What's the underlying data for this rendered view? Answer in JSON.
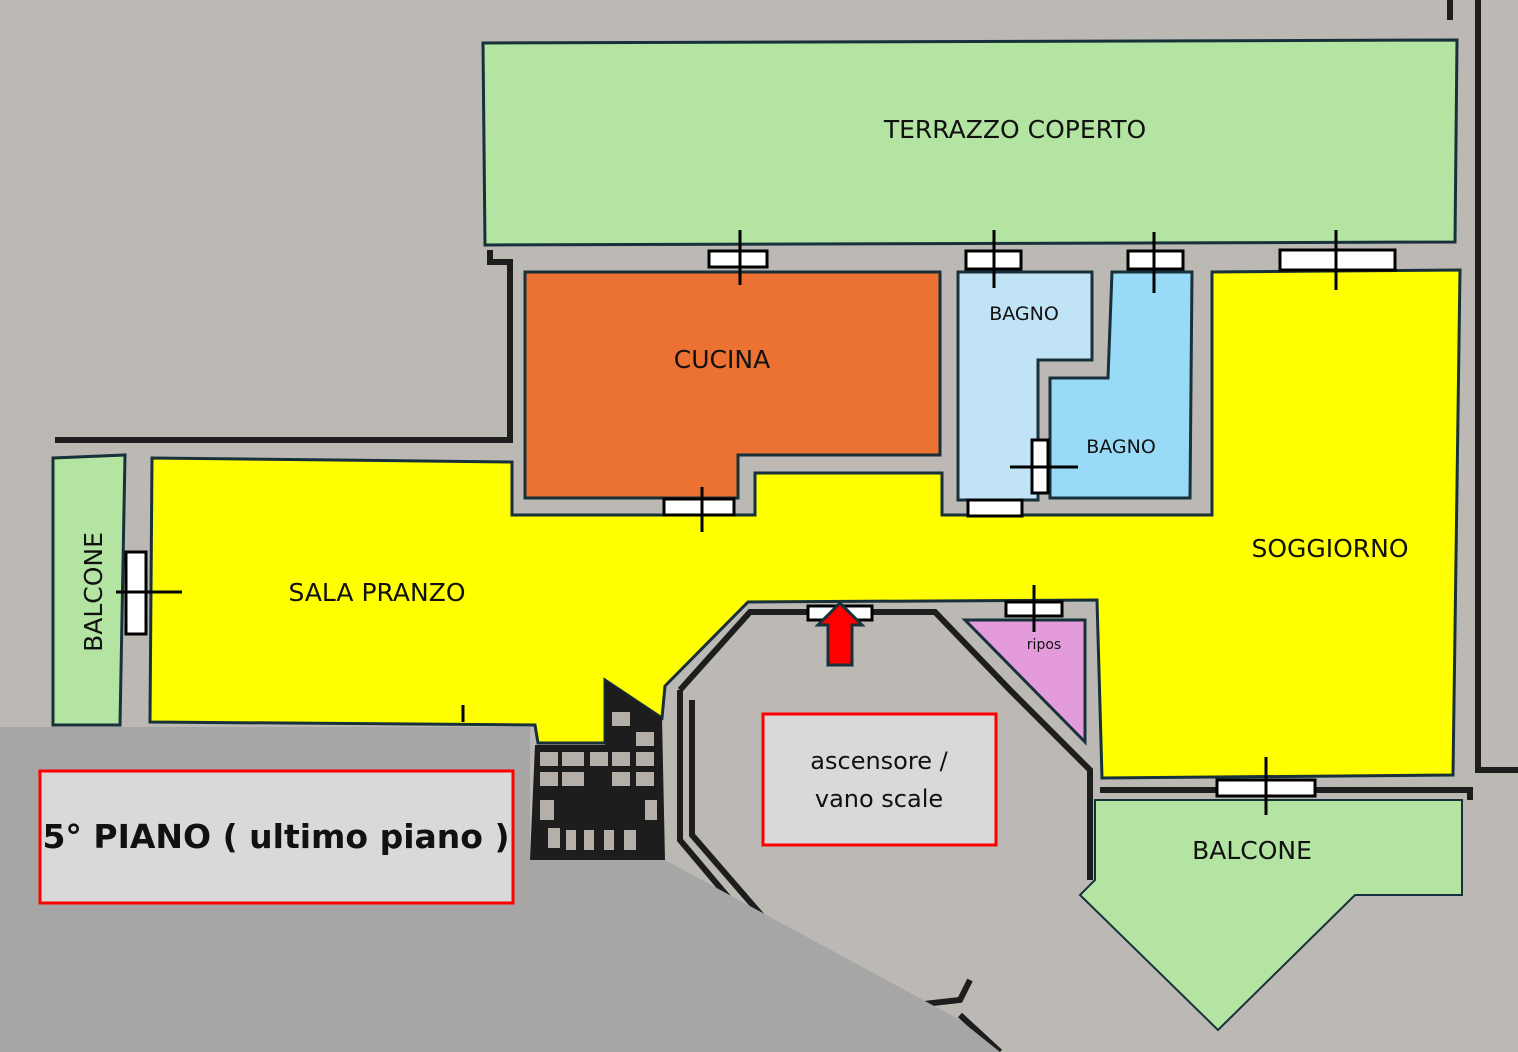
{
  "title": "5° PIANO ( ultimo piano )",
  "rooms": {
    "terrazzo": "TERRAZZO COPERTO",
    "cucina": "CUCINA",
    "bagno1": "BAGNO",
    "bagno2": "BAGNO",
    "soggiorno": "SOGGIORNO",
    "sala_pranzo": "SALA PRANZO",
    "balcone_left": "BALCONE",
    "balcone_right": "BALCONE",
    "ripostiglio": "ripos"
  },
  "stairwell": {
    "line1": "ascensore /",
    "line2": "vano scale"
  },
  "colors": {
    "terrazzo": "#b3e4a1",
    "cucina": "#eb7233",
    "bagno1": "#c0e4f5",
    "bagno2": "#99dbf7",
    "living": "#ffff00",
    "ripos": "#e39bdb",
    "balcone": "#b3e4a1",
    "entrance_arrow": "#ff0000"
  }
}
